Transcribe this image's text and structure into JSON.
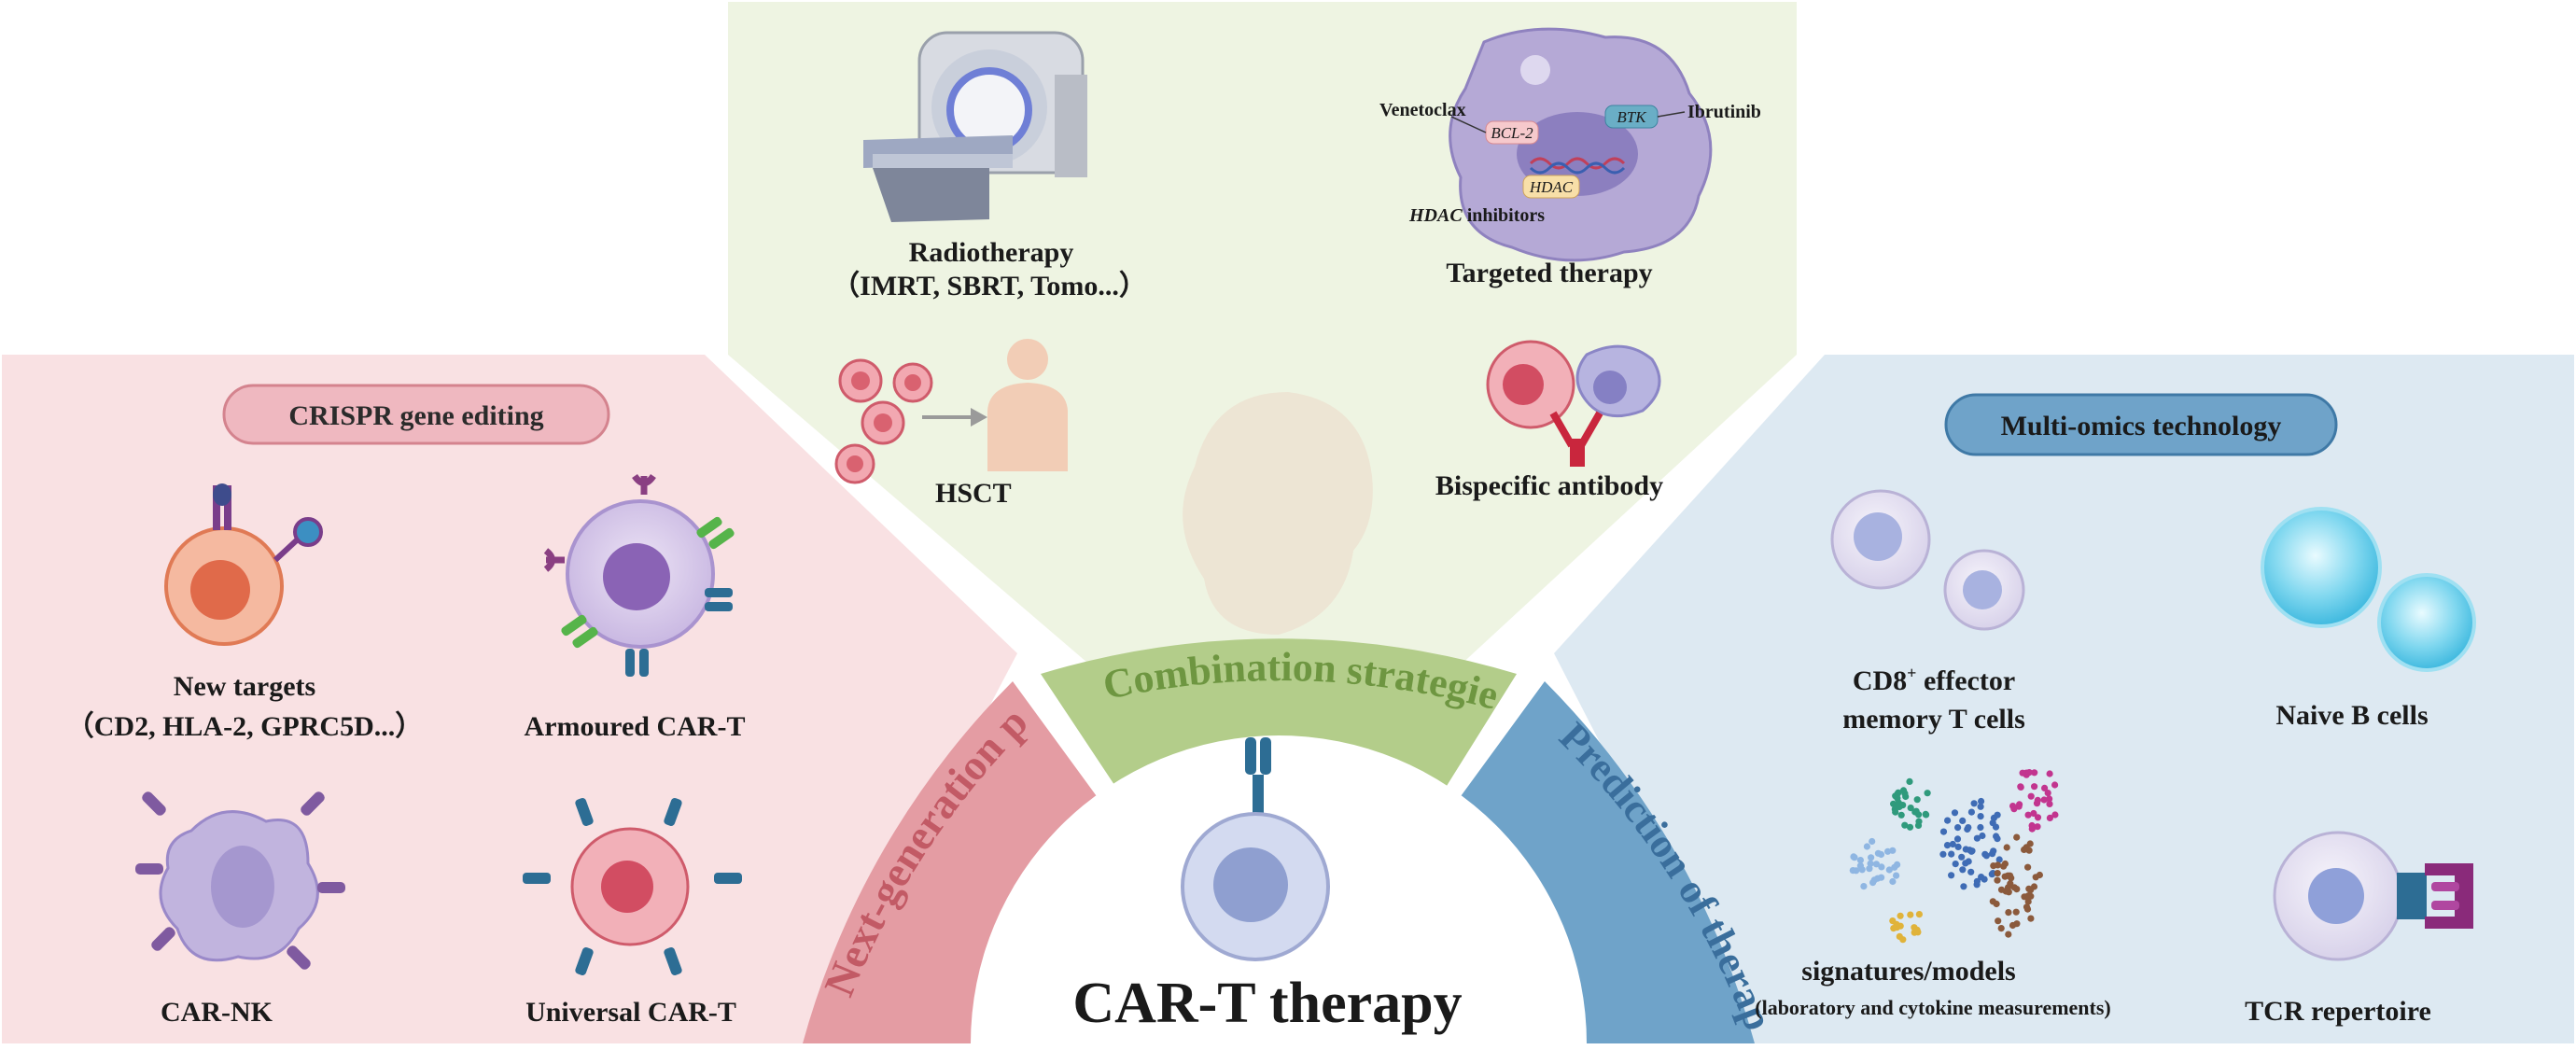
{
  "title": "CAR-T therapy",
  "arcs": {
    "combination": "Combination strategies",
    "next_gen": "Next-generation products",
    "prediction": "Prediction of therapy response"
  },
  "combination": {
    "radiotherapy": {
      "line1": "Radiotherapy",
      "line2": "（IMRT, SBRT, Tomo...）"
    },
    "targeted": {
      "title": "Targeted therapy",
      "venetoclax": "Venetoclax",
      "ibrutinib": "Ibrutinib",
      "bcl2": "BCL-2",
      "btk": "BTK",
      "hdac": "HDAC",
      "hdac_inhibitors_italic": "HDAC",
      "hdac_inhibitors_rest": " inhibitors"
    },
    "hsct": "HSCT",
    "bispecific": "Bispecific antibody"
  },
  "next_gen": {
    "pill": "CRISPR gene editing",
    "new_targets": {
      "line1": "New targets",
      "line2": "（CD2, HLA-2, GPRC5D...）"
    },
    "armoured": "Armoured CAR-T",
    "car_nk": "CAR-NK",
    "universal": "Universal CAR-T"
  },
  "prediction": {
    "pill": "Multi-omics technology",
    "cd8": {
      "line1_pre": "CD8",
      "sup": "+",
      "line1_post": " effector",
      "line2": "memory T cells"
    },
    "naive_b": "Naive B cells",
    "signatures": {
      "line1": "signatures/models",
      "line2": "(laboratory and cytokine measurements)"
    },
    "tcr": "TCR repertoire"
  },
  "colors": {
    "red_panel": "#f9e1e3",
    "green_panel": "#eef4e2",
    "blue_panel": "#dde9f2",
    "red_arc": "#e49ca3",
    "green_arc": "#b3cd8a",
    "blue_arc": "#6fa3c9"
  }
}
